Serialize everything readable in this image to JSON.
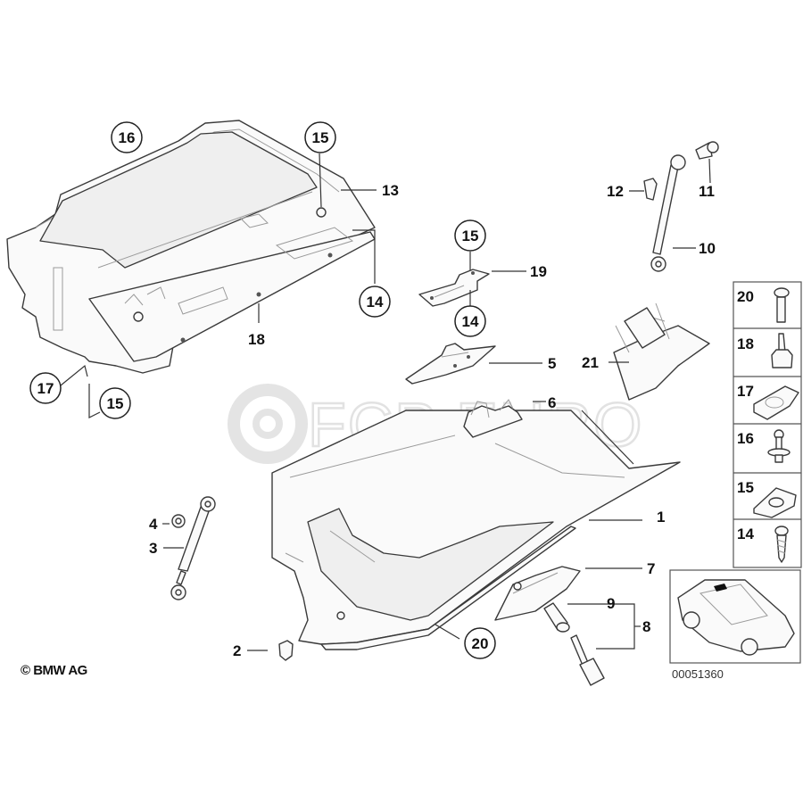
{
  "diagram": {
    "title": "Glove box parts diagram",
    "copyright": "© BMW AG",
    "diagram_number": "00051360",
    "watermark": "FCP EURO",
    "callouts": {
      "c1": "1",
      "c2": "2",
      "c3": "3",
      "c4": "4",
      "c5": "5",
      "c6": "6",
      "c7": "7",
      "c8": "8",
      "c9": "9",
      "c10": "10",
      "c11": "11",
      "c12": "12",
      "c13": "13",
      "c14a": "14",
      "c14b": "14",
      "c15a": "15",
      "c15b": "15",
      "c15c": "15",
      "c16": "16",
      "c17": "17",
      "c18": "18",
      "c19": "19",
      "c20": "20",
      "c21": "21"
    },
    "fastener_legend": [
      {
        "number": "20",
        "icon": "screw-icon"
      },
      {
        "number": "18",
        "icon": "rubber-buffer-icon"
      },
      {
        "number": "17",
        "icon": "clip-nut-icon"
      },
      {
        "number": "16",
        "icon": "expanding-rivet-icon"
      },
      {
        "number": "15",
        "icon": "speed-nut-icon"
      },
      {
        "number": "14",
        "icon": "tapping-screw-icon"
      }
    ],
    "locator": {
      "icon": "car-locator-icon"
    }
  }
}
